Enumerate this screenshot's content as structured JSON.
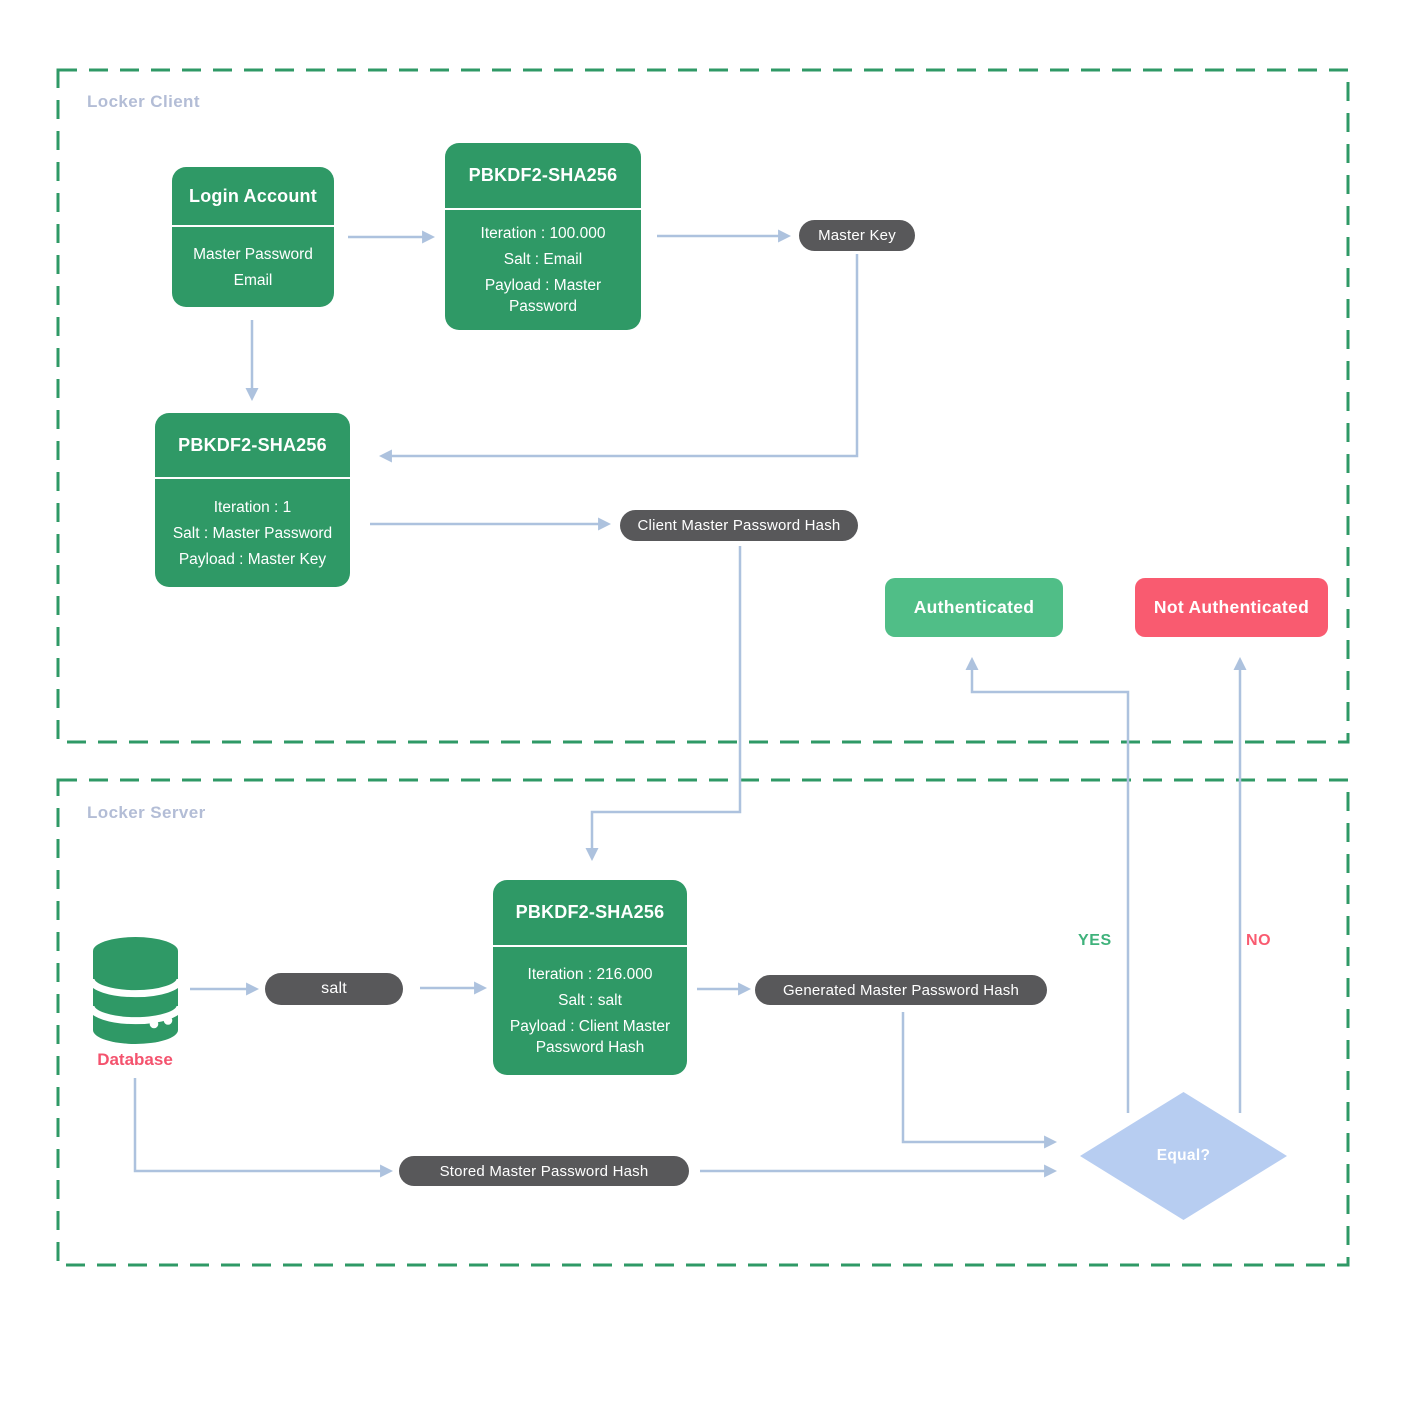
{
  "colors": {
    "process_green": "#2f9966",
    "container_dash_green": "#2f9966",
    "section_label_gray": "#b3bdd6",
    "pill_dark": "#58585a",
    "arrow_blue": "#adc2de",
    "authenticated_green": "#50be87",
    "not_authenticated_red": "#f95b70",
    "database_label_red": "#f4536e",
    "diamond_blue": "#b7cdf1",
    "yes_green": "#3fb27b",
    "no_red": "#f95b70"
  },
  "client_section": {
    "label": "Locker Client",
    "login_account": {
      "title": "Login Account",
      "lines": [
        "Master Password",
        "Email"
      ]
    },
    "kdf_master_key": {
      "title": "PBKDF2-SHA256",
      "lines": [
        "Iteration : 100.000",
        "Salt : Email",
        "Payload : Master Password"
      ]
    },
    "master_key_pill": "Master Key",
    "kdf_client_hash": {
      "title": "PBKDF2-SHA256",
      "lines": [
        "Iteration : 1",
        "Salt : Master Password",
        "Payload : Master Key"
      ]
    },
    "client_hash_pill": "Client Master Password Hash",
    "authenticated_label": "Authenticated",
    "not_authenticated_label": "Not Authenticated"
  },
  "server_section": {
    "label": "Locker Server",
    "database_label": "Database",
    "salt_pill": "salt",
    "kdf_server": {
      "title": "PBKDF2-SHA256",
      "lines": [
        "Iteration : 216.000",
        "Salt : salt",
        "Payload : Client Master Password Hash"
      ]
    },
    "generated_hash_pill": "Generated Master Password Hash",
    "stored_hash_pill": "Stored Master Password Hash",
    "decision": {
      "label": "Equal?",
      "yes": "YES",
      "no": "NO"
    }
  }
}
